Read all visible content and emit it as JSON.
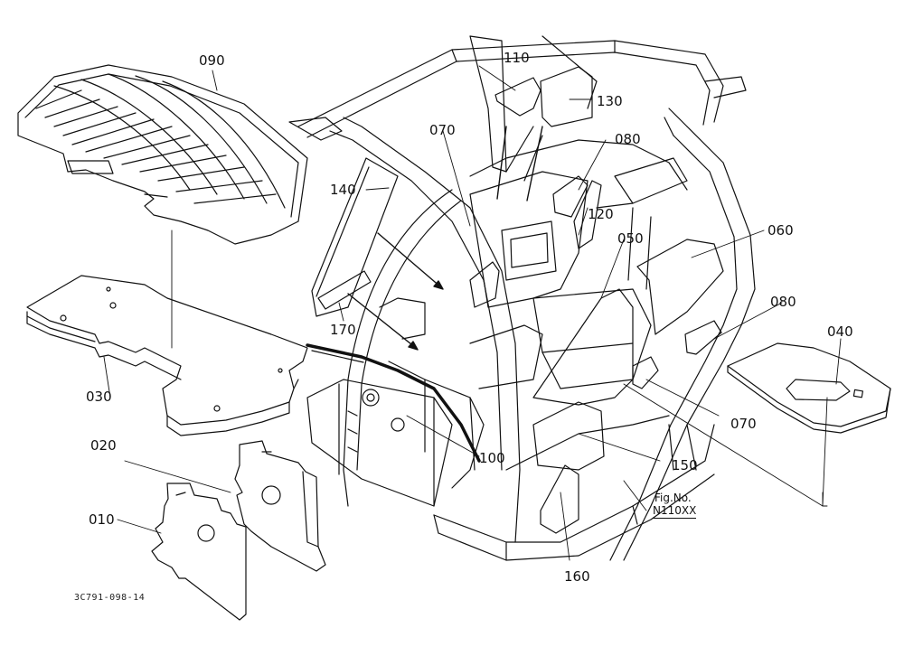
{
  "callouts": {
    "p010": "010",
    "p020": "020",
    "p030": "030",
    "p040": "040",
    "p050": "050",
    "p060": "060",
    "p070a": "070",
    "p070b": "070",
    "p080a": "080",
    "p080b": "080",
    "p090": "090",
    "p100": "100",
    "p110": "110",
    "p120": "120",
    "p130": "130",
    "p140": "140",
    "p150": "150",
    "p160": "160",
    "p170": "170"
  },
  "figure_ref": {
    "label": "Fig.No.",
    "number": "N110XX"
  },
  "doc_code": "3C791-098-14"
}
